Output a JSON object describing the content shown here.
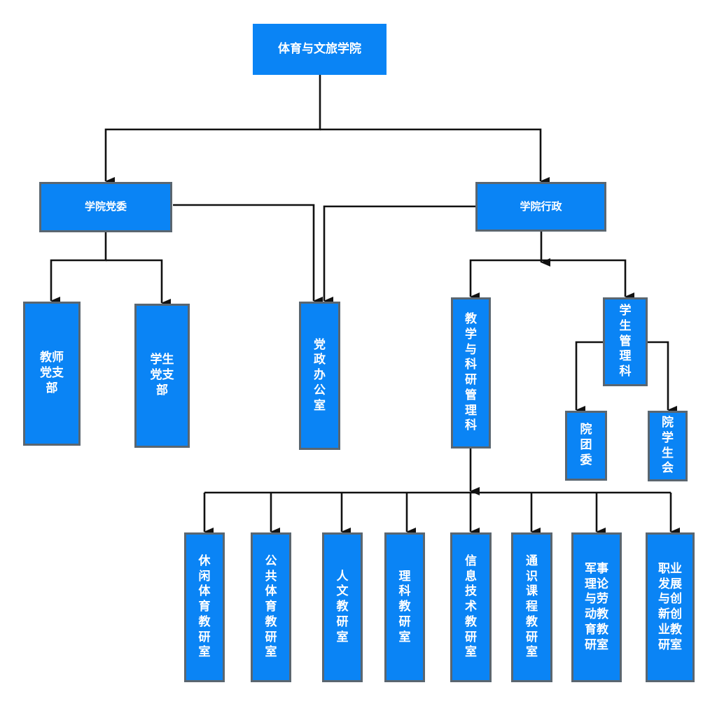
{
  "colors": {
    "box": "#0a84f5",
    "border": "#5a6670",
    "text": "#ffffff",
    "line": "#111111"
  },
  "nodes": {
    "root": "体育与文旅学院",
    "party": "学院党委",
    "admin": "学院行政",
    "teacher_branch": "教师\n党支\n部",
    "student_branch": "学生\n党支\n部",
    "office": "党\n政\n办\n公\n室",
    "teaching": "教\n学\n与\n科\n研\n管\n理\n科",
    "student_mgmt": "学\n生\n管\n理\n科",
    "youth": "院\n团\n委",
    "union": "院\n学\n生\n会",
    "r1": "休\n闲\n体\n育\n教\n研\n室",
    "r2": "公\n共\n体\n育\n教\n研\n室",
    "r3": "人\n文\n教\n研\n室",
    "r4": "理\n科\n教\n研\n室",
    "r5": "信\n息\n技\n术\n教\n研\n室",
    "r6": "通\n识\n课\n程\n教\n研\n室",
    "r7": "军事\n理论\n与劳\n动教\n育教\n研室",
    "r8": "职业\n发展\n与创\n新创\n业教\n研室"
  }
}
